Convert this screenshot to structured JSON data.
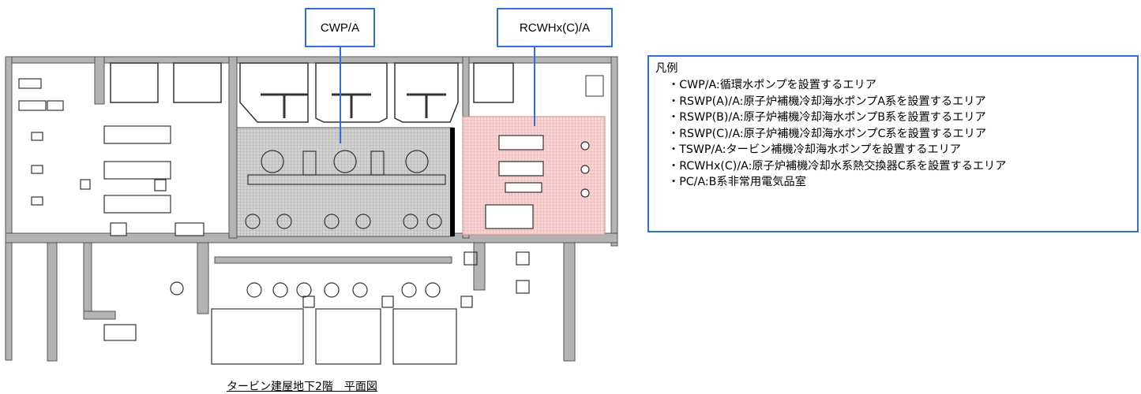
{
  "callouts": {
    "cwp": "CWP/A",
    "rcwhx": "RCWHx(C)/A"
  },
  "caption": "タービン建屋地下2階　平面図",
  "legend": {
    "title": "凡例",
    "items": [
      "CWP/A:循環水ポンプを設置するエリア",
      "RSWP(A)/A:原子炉補機冷却海水ポンプA系を設置するエリア",
      "RSWP(B)/A:原子炉補機冷却海水ポンプB系を設置するエリア",
      "RSWP(C)/A:原子炉補機冷却海水ポンプC系を設置するエリア",
      "TSWP/A:タービン補機冷却海水ポンプを設置するエリア",
      "RCWHx(C)/A:原子炉補機冷却水系熱交換器C系を設置するエリア",
      "PC/A:B系非常用電気品室"
    ]
  },
  "colors": {
    "callout_border": "#2f6fd6",
    "cwp_area_fill": "#c8c8c8",
    "rcwhx_area_fill": "#f6c6c6",
    "wall_fill": "#b3b3b3"
  }
}
